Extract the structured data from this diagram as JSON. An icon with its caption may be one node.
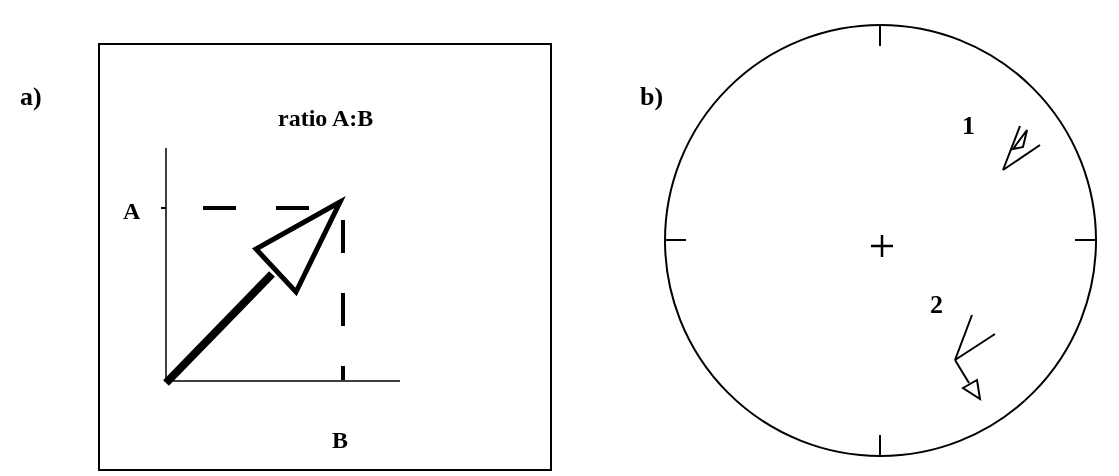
{
  "diagram": {
    "nodes": [
      {
        "text": [],
        "shape": "box"
      },
      {
        "text": [],
        "shape": "circle"
      }
    ],
    "labels": [
      "a)",
      "ratio A:B",
      "A",
      "B",
      "b)",
      "1",
      "2"
    ]
  }
}
